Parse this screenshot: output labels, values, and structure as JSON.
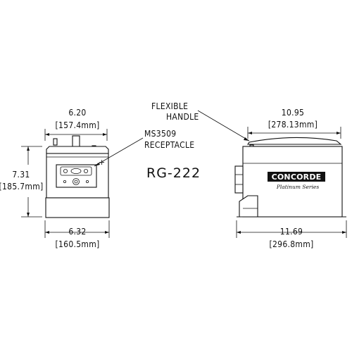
{
  "title": "RG-222",
  "front_view": {
    "top_width": "6.20",
    "top_width_mm": "[157.4mm]",
    "height": "7.31",
    "height_mm": "[185.7mm]",
    "bottom_width": "6.32",
    "bottom_width_mm": "[160.5mm]"
  },
  "side_view": {
    "top_width": "10.95",
    "top_width_mm": "[278.13mm]",
    "bottom_width": "11.69",
    "bottom_width_mm": "[296.8mm]"
  },
  "callouts": {
    "receptacle_line1": "MS3509",
    "receptacle_line2": "RECEPTACLE",
    "handle_line1": "FLEXIBLE",
    "handle_line2": "HANDLE"
  },
  "logo": {
    "brand": "CONCORDE",
    "series": "Platinum Series"
  },
  "polarity_symbol": "+"
}
